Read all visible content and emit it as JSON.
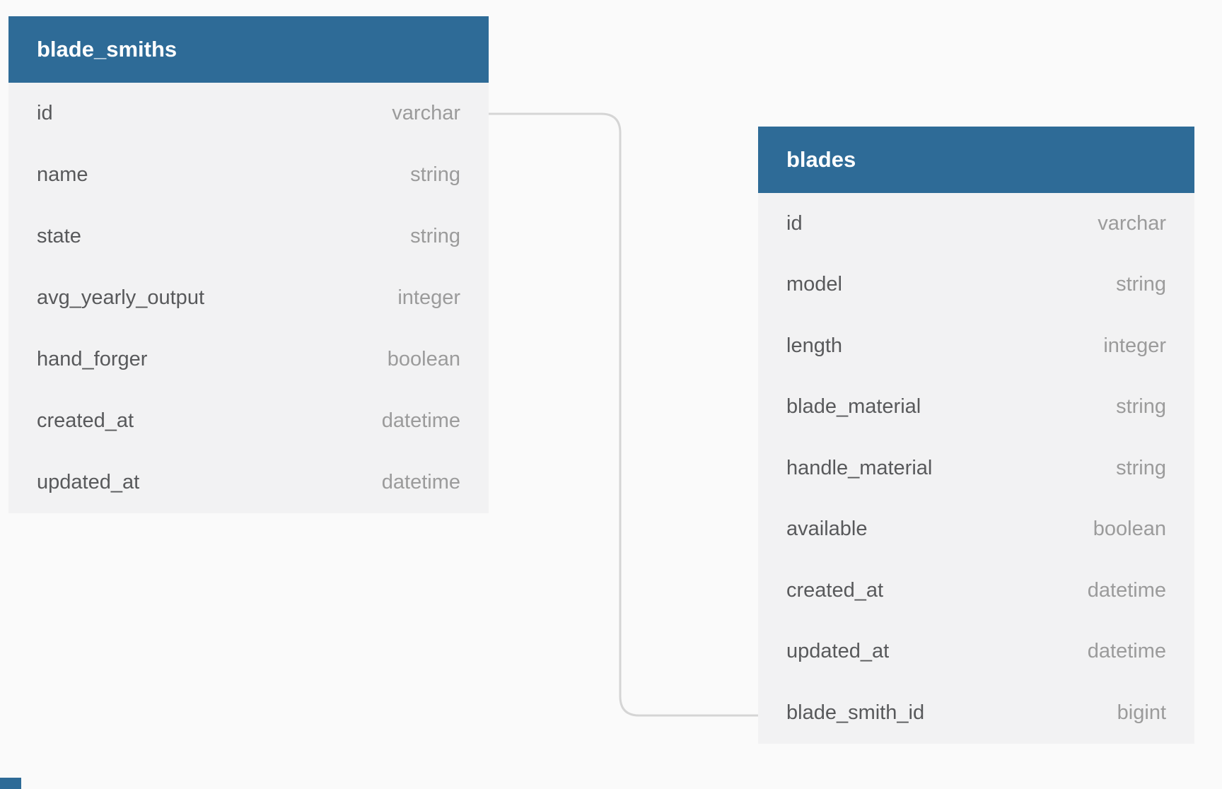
{
  "theme": {
    "header_bg": "#2e6b97",
    "header_text": "#ffffff",
    "row_bg": "#f2f2f3",
    "field_color": "#58595b",
    "type_color": "#9b9b9b",
    "connector_color": "#d5d5d5",
    "page_bg": "#fafafa"
  },
  "tables": [
    {
      "name": "blade_smiths",
      "fields": [
        {
          "name": "id",
          "type": "varchar"
        },
        {
          "name": "name",
          "type": "string"
        },
        {
          "name": "state",
          "type": "string"
        },
        {
          "name": "avg_yearly_output",
          "type": "integer"
        },
        {
          "name": "hand_forger",
          "type": "boolean"
        },
        {
          "name": "created_at",
          "type": "datetime"
        },
        {
          "name": "updated_at",
          "type": "datetime"
        }
      ]
    },
    {
      "name": "blades",
      "fields": [
        {
          "name": "id",
          "type": "varchar"
        },
        {
          "name": "model",
          "type": "string"
        },
        {
          "name": "length",
          "type": "integer"
        },
        {
          "name": "blade_material",
          "type": "string"
        },
        {
          "name": "handle_material",
          "type": "string"
        },
        {
          "name": "available",
          "type": "boolean"
        },
        {
          "name": "created_at",
          "type": "datetime"
        },
        {
          "name": "updated_at",
          "type": "datetime"
        },
        {
          "name": "blade_smith_id",
          "type": "bigint"
        }
      ]
    }
  ],
  "relationship": {
    "from_table": "blade_smiths",
    "from_field": "id",
    "to_table": "blades",
    "to_field": "blade_smith_id"
  }
}
